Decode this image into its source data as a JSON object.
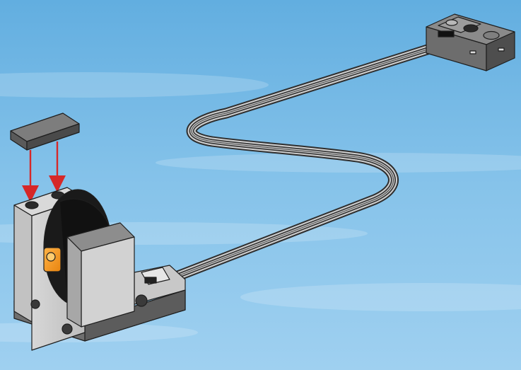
{
  "scene": {
    "background_colors": [
      "#5aa9dc",
      "#86c4ea",
      "#a9d6f2"
    ],
    "components": [
      {
        "name": "flat-tile",
        "icon": "tile-icon"
      },
      {
        "name": "motor",
        "icon": "motor-icon"
      },
      {
        "name": "cable",
        "icon": "cable-icon"
      },
      {
        "name": "connector-plug",
        "icon": "plug-icon"
      }
    ],
    "arrow_color": "#d62828",
    "arrow_count": 2
  }
}
